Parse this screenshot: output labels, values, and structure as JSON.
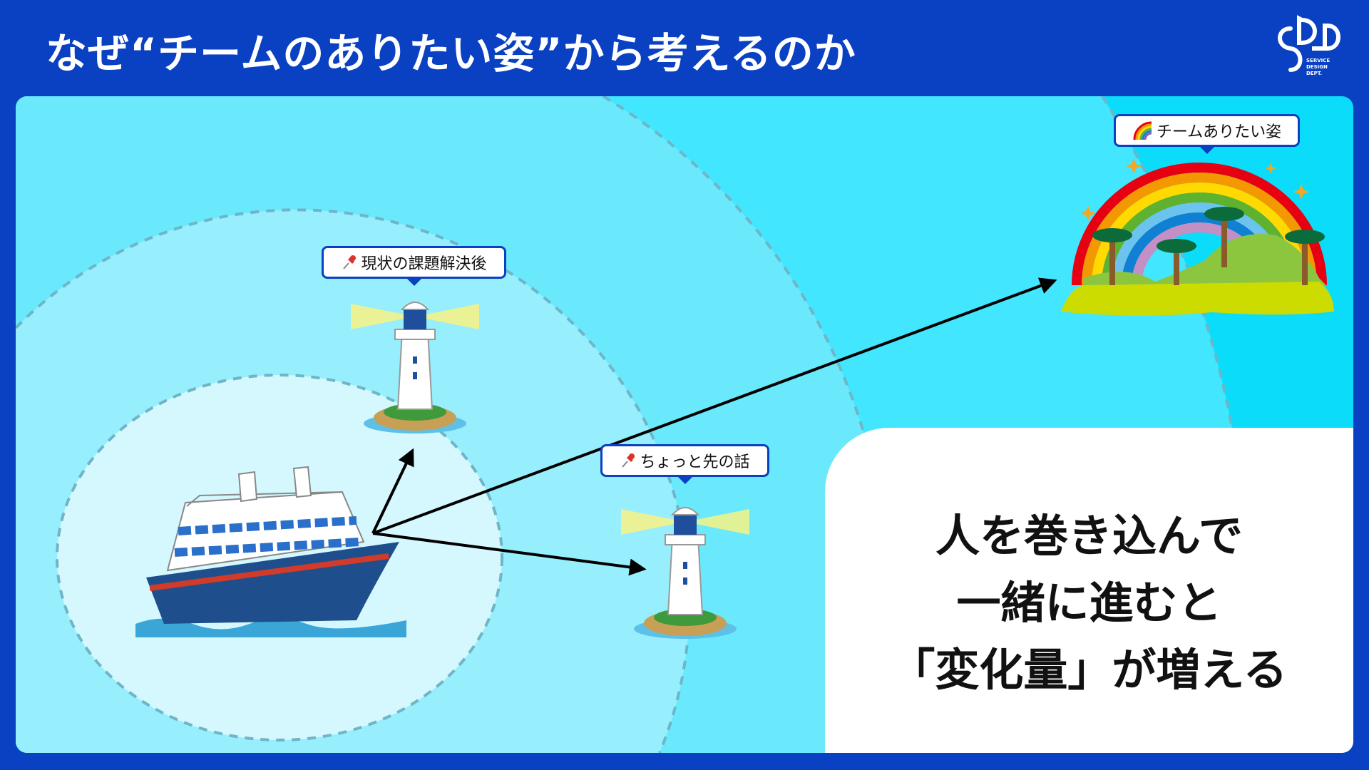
{
  "header": {
    "title": "なぜ“チームのありたい姿”から考えるのか",
    "logo": {
      "mark": "SDD",
      "lines": [
        "SERVICE",
        "DESIGN",
        "DEPT."
      ]
    }
  },
  "labels": {
    "current": {
      "icon": "pushpin-icon",
      "text": "現状の課題解決後"
    },
    "near": {
      "icon": "pushpin-icon",
      "text": "ちょっと先の話"
    },
    "ideal": {
      "icon": "rainbow-icon",
      "text": "チームありたい姿"
    }
  },
  "message": {
    "lines": [
      "人を巻き込んで",
      "一緒に進むと",
      "「変化量」が増える"
    ]
  },
  "colors": {
    "background": "#0a40c2",
    "ring_outer": "#0bdcf9",
    "ring_4": "#42e6fe",
    "ring_3": "#6ae9fd",
    "ring_2": "#97eefc",
    "ring_inner": "#d4f8fd",
    "label_border": "#0a40c2"
  }
}
